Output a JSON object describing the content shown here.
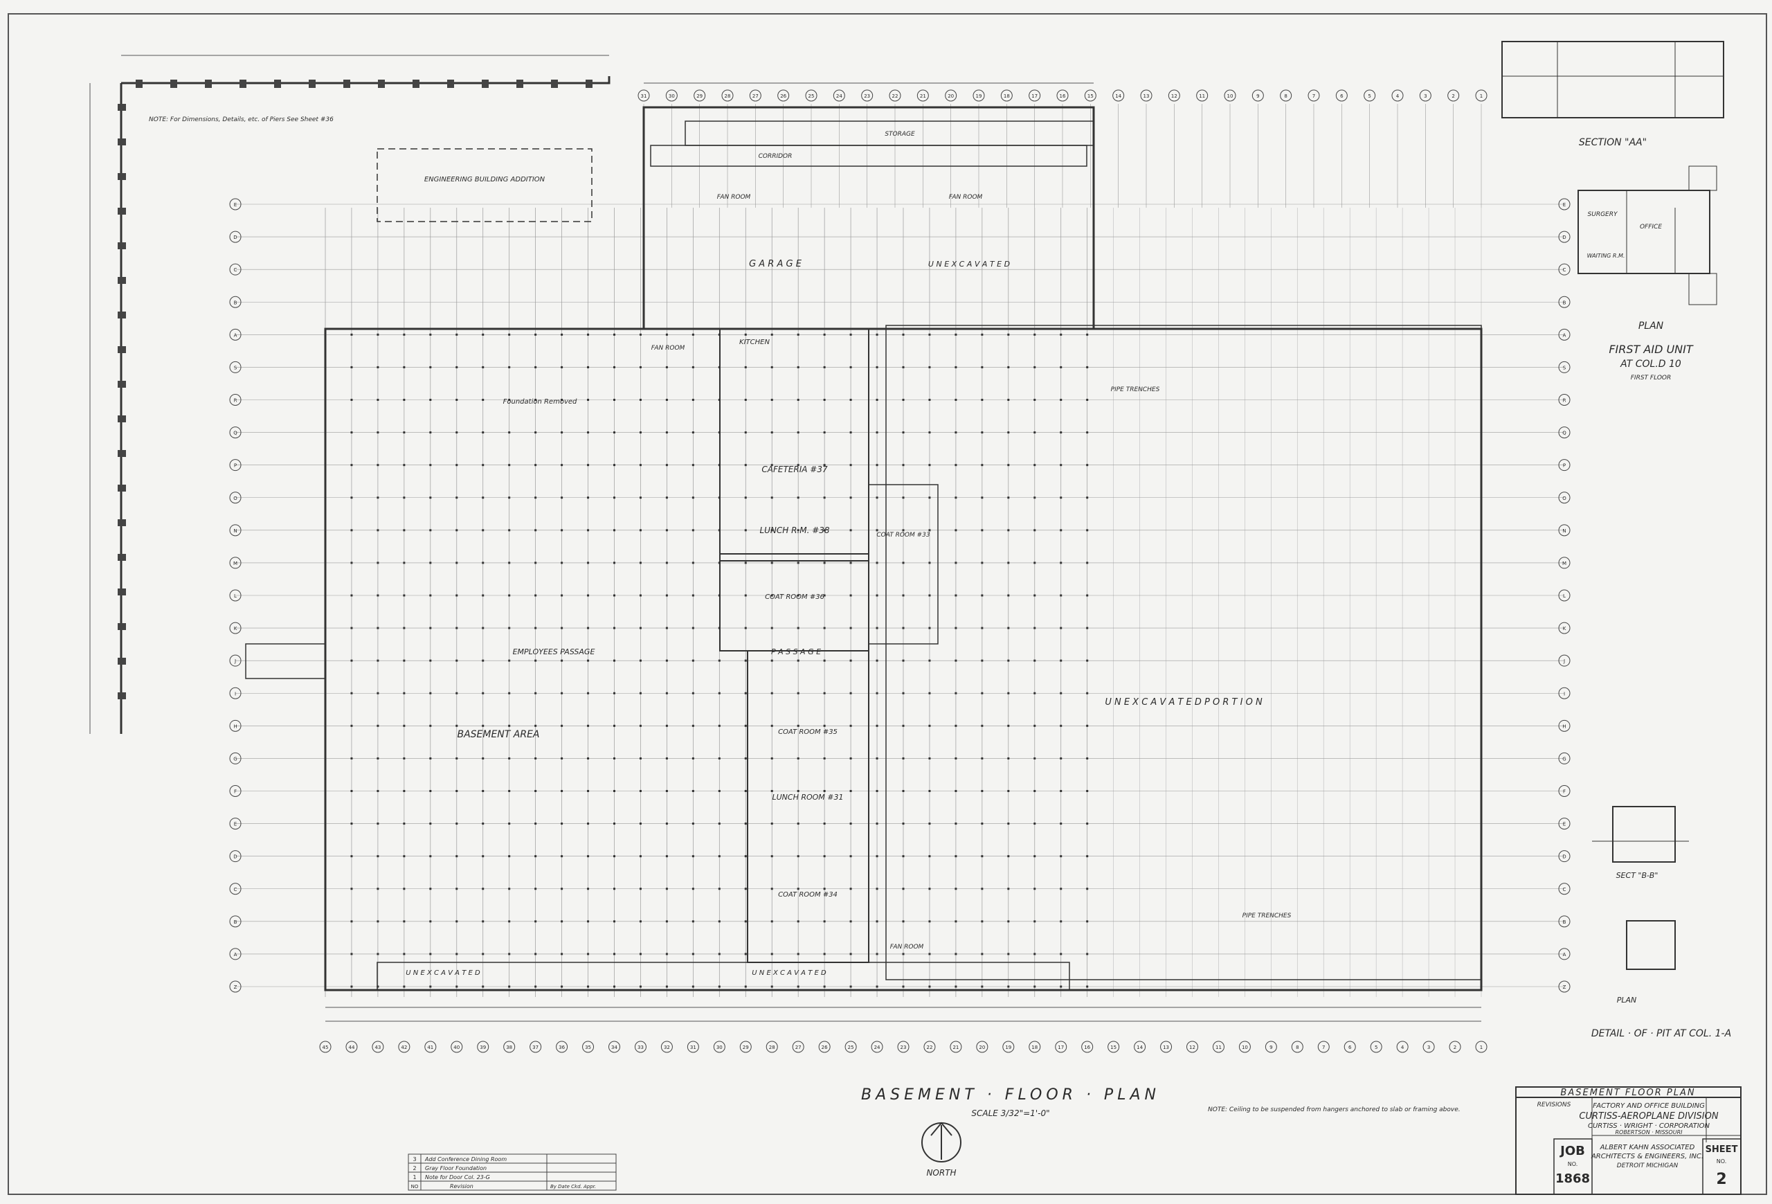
{
  "colors": {
    "paper": "#f4f4f2",
    "ink": "#2a2a2a",
    "grid": "#9a9a9a",
    "faint": "#c4c4c4"
  },
  "plan": {
    "title": "BASEMENT · FLOOR · PLAN",
    "scale": "SCALE 3/32\"=1'-0\"",
    "north": "NORTH",
    "labels": {
      "eng_building": "ENGINEERING BUILDING ADDITION",
      "garage": "G A R A G E",
      "unexcavated_top": "U N E X C A V A T E D",
      "basement_area": "BASEMENT AREA",
      "employees_passage": "EMPLOYEES PASSAGE",
      "passage": "P A S S A G E",
      "unexcavated_portion": "U N E X C A V A T E D   P O R T I O N",
      "unexcavated_bottom": "U N E X C A V A T E D",
      "cafeteria": "CAFETERIA #37",
      "lunch_rm_top": "LUNCH R.M. #38",
      "lunch_rm_bottom": "LUNCH ROOM #31",
      "coat_room_a": "COAT ROOM #36",
      "coat_room_b": "COAT ROOM #35",
      "coat_room_c": "COAT ROOM #34",
      "coat_room_d": "COAT ROOM #33",
      "fan_room_a": "FAN ROOM",
      "fan_room_b": "FAN ROOM",
      "fan_room_c": "FAN ROOM",
      "fan_room_d": "FAN ROOM",
      "kitchen": "KITCHEN",
      "storage": "STORAGE",
      "corridor": "CORRIDOR",
      "foundation_removed": "Foundation Removed",
      "pipe_trenches": "PIPE TRENCHES",
      "note_left": "NOTE: For Dimensions, Details, etc. of Piers See Sheet #36",
      "note_bottom": "NOTE: Ceiling to be suspended from hangers anchored to slab or framing above."
    }
  },
  "side": {
    "section_title": "SECTION \"AA\"",
    "first_aid_title": "FIRST AID UNIT",
    "first_aid_sub": "AT COL.D 10",
    "first_aid_floor": "FIRST FLOOR",
    "plan_label": "PLAN",
    "surgery": "SURGERY",
    "office": "OFFICE",
    "waiting": "WAITING R.M.",
    "pit_detail": "DETAIL · OF · PIT AT COL. 1-A",
    "sect_bb": "SECT \"B-B\"",
    "plan_small": "PLAN"
  },
  "title_block": {
    "sheet_title": "BASEMENT FLOOR PLAN",
    "revisions": "REVISIONS",
    "line1": "FACTORY AND OFFICE BUILDING",
    "line2": "CURTISS-AEROPLANE DIVISION",
    "line3": "CURTISS · WRIGHT · CORPORATION",
    "line4": "ROBERTSON · MISSOURI",
    "firm1": "ALBERT KAHN ASSOCIATED",
    "firm2": "ARCHITECTS & ENGINEERS, INC.",
    "firm3": "DETROIT    MICHIGAN",
    "job_label": "JOB",
    "job_no_label": "NO.",
    "job_number": "1868",
    "sheet_label": "SHEET",
    "sheet_no_label": "NO.",
    "sheet_number": "2"
  },
  "revision_table": {
    "rows": [
      {
        "mark": "3",
        "text": "Add Conference Dining Room"
      },
      {
        "mark": "2",
        "text": "Gray Floor Foundation"
      },
      {
        "mark": "1",
        "text": "Note for Door Col. 23-G"
      }
    ],
    "footer_mark": "NO",
    "footer_text": "Revision",
    "footer_by": "By  Date  Ckd. Appr."
  },
  "grid_numbers_bottom": [
    "45",
    "44",
    "43",
    "42",
    "41",
    "40",
    "39",
    "38",
    "37",
    "36",
    "35",
    "34",
    "33",
    "32",
    "31",
    "30",
    "29",
    "28",
    "27",
    "26",
    "25",
    "24",
    "23",
    "22",
    "21",
    "20",
    "19",
    "18",
    "17",
    "16",
    "15",
    "14",
    "13",
    "12",
    "11",
    "10",
    "9",
    "8",
    "7",
    "6",
    "5",
    "4",
    "3",
    "2",
    "1"
  ],
  "grid_letters_left": [
    "E",
    "D",
    "C",
    "B",
    "A",
    "S",
    "R",
    "Q",
    "P",
    "O",
    "N",
    "M",
    "L",
    "K",
    "J",
    "I",
    "H",
    "G",
    "F",
    "E",
    "D",
    "C",
    "B",
    "A",
    "Z"
  ],
  "grid_numbers_top": [
    "31",
    "30",
    "29",
    "28",
    "27",
    "26",
    "25",
    "24",
    "23",
    "22",
    "21",
    "20",
    "19",
    "18",
    "17",
    "16",
    "15",
    "14",
    "13",
    "12",
    "11",
    "10",
    "9",
    "8",
    "7",
    "6",
    "5",
    "4",
    "3",
    "2",
    "1"
  ]
}
